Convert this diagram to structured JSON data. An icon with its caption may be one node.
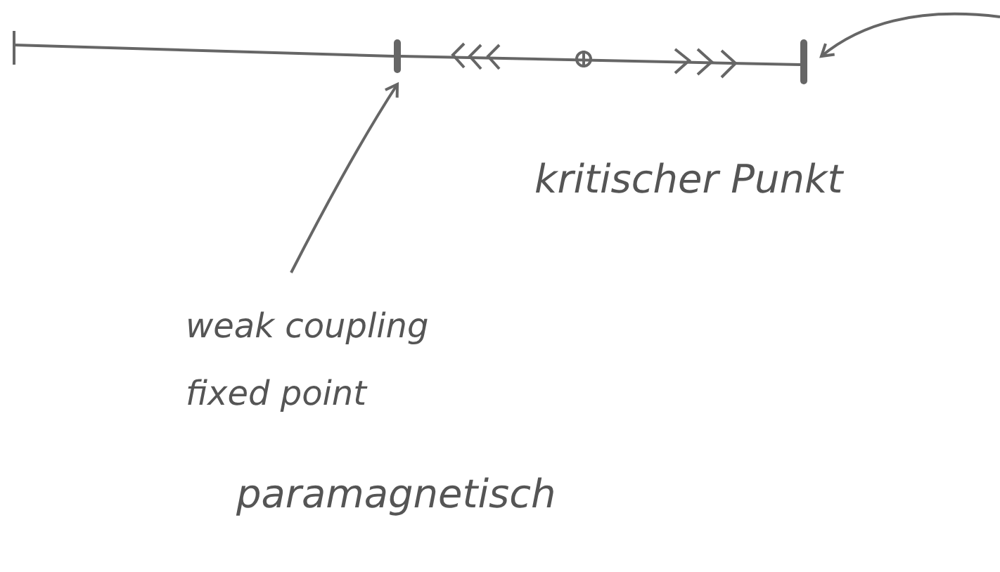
{
  "diagram": {
    "nodes": [
      {
        "text": [
          "weak coupling fixed point"
        ]
      },
      {
        "text": [],
        "shape": "bar"
      },
      {
        "text": [],
        "shape": "bar"
      }
    ],
    "edges": [
      {
        "from": 0,
        "to": 1,
        "arrow": "to"
      },
      {
        "from": null,
        "to": 2,
        "arrow": "to"
      }
    ],
    "labels": [
      "kritischer Punkt",
      "paramagnetisch"
    ]
  }
}
